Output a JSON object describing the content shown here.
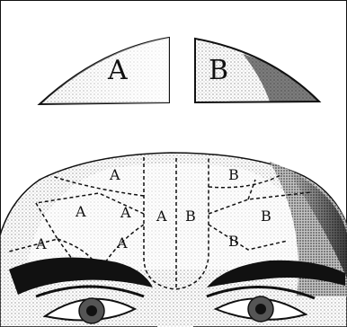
{
  "illustration": {
    "ink_color": "#111111",
    "paper_color": "#ffffff",
    "crown_labels": {
      "left": "A",
      "right": "B"
    },
    "forehead_labels": {
      "left_top": "A",
      "left_middle": "A",
      "left_center": "A",
      "left_lower": "A",
      "left_edge": "A",
      "center_left": "A",
      "center_right": "B",
      "right_top": "B",
      "right_middle": "B",
      "right_lower": "B"
    }
  }
}
